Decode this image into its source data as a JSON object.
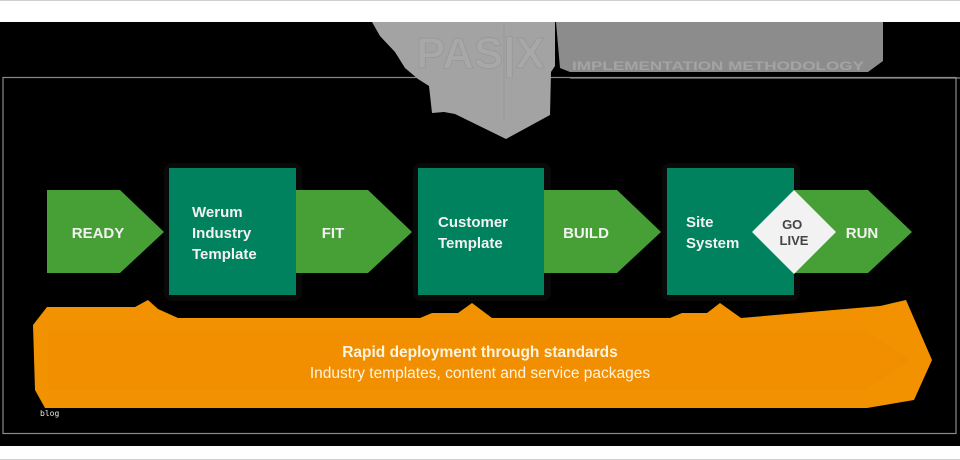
{
  "logo": {
    "brand": "PAS|X",
    "subtitle": "IMPLEMENTATION METHODOLOGY"
  },
  "phases": [
    {
      "label": "READY",
      "kind": "arrow"
    },
    {
      "label_lines": [
        "Werum",
        "Industry",
        "Template"
      ],
      "kind": "box"
    },
    {
      "label": "FIT",
      "kind": "arrow"
    },
    {
      "label_lines": [
        "Customer",
        "Template"
      ],
      "kind": "box"
    },
    {
      "label": "BUILD",
      "kind": "arrow"
    },
    {
      "label_lines": [
        "Site",
        "System"
      ],
      "kind": "box"
    },
    {
      "label_lines": [
        "GO",
        "LIVE"
      ],
      "kind": "diamond"
    },
    {
      "label": "RUN",
      "kind": "arrow"
    }
  ],
  "banner": {
    "title": "Rapid deployment through standards",
    "subtitle": "Industry templates, content and service packages"
  },
  "watermark": "blog",
  "colors": {
    "background": "#000000",
    "arrow_green": "#46a035",
    "box_green": "#00825f",
    "diamond": "#f2f2f2",
    "diamond_text": "#444444",
    "banner_orange": "#f39200",
    "logo_grey": "#a3a3a3",
    "subtitle_grey": "#8c8c8c",
    "frame_grey": "#8a8a8a",
    "text_light": "#f2f2f2"
  }
}
